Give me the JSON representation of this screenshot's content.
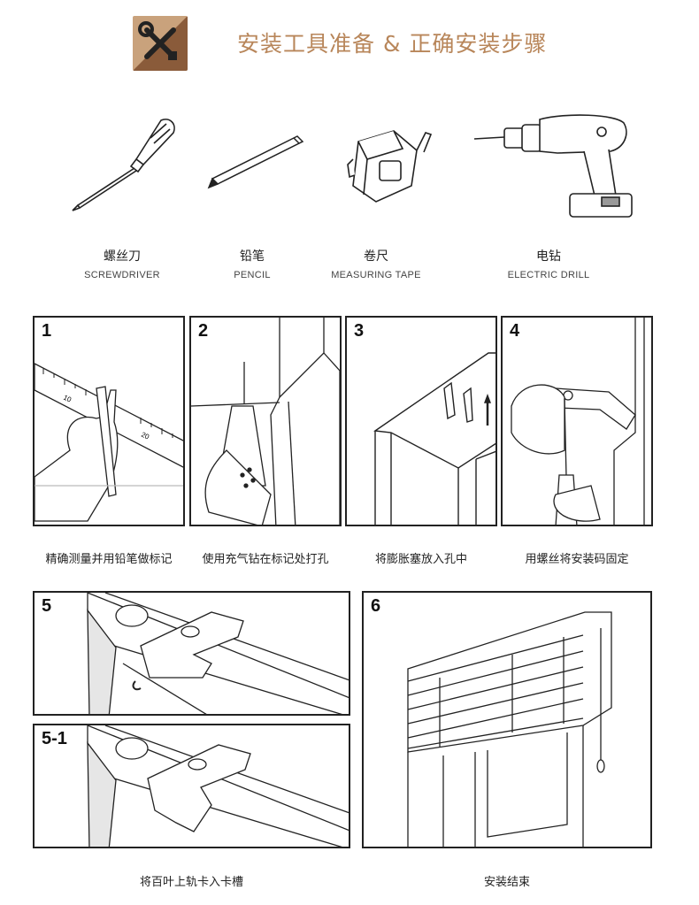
{
  "header": {
    "title": "安装工具准备 & 正确安装步骤",
    "logo_icon": "tools-icon",
    "accent_color": "#b8865a"
  },
  "tools": [
    {
      "icon": "screwdriver-icon",
      "name_cn": "螺丝刀",
      "name_en": "SCREWDRIVER"
    },
    {
      "icon": "pencil-icon",
      "name_cn": "铅笔",
      "name_en": "PENCIL"
    },
    {
      "icon": "measuring-tape-icon",
      "name_cn": "卷尺",
      "name_en": "MEASURING TAPE"
    },
    {
      "icon": "electric-drill-icon",
      "name_cn": "电钻",
      "name_en": "ELECTRIC DRILL"
    }
  ],
  "steps": [
    {
      "number": "1",
      "caption": "精确测量并用铅笔做标记",
      "ruler_ticks": [
        "10",
        "20"
      ]
    },
    {
      "number": "2",
      "caption": "使用充气钻在标记处打孔"
    },
    {
      "number": "3",
      "caption": "将膨胀塞放入孔中"
    },
    {
      "number": "4",
      "caption": "用螺丝将安装码固定"
    },
    {
      "number": "5"
    },
    {
      "number": "5-1"
    },
    {
      "number": "6",
      "caption": "安装结束"
    }
  ],
  "group_captions": {
    "rail": "将百叶上轨卡入卡槽"
  }
}
